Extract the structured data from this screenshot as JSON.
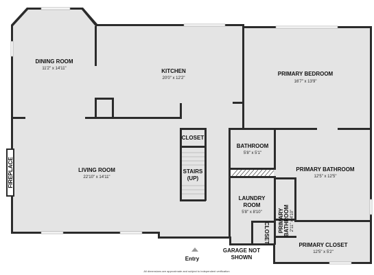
{
  "rooms": {
    "dining": {
      "name": "DINING ROOM",
      "dims": "11'2\" x 14'11\""
    },
    "kitchen": {
      "name": "KITCHEN",
      "dims": "20'0\" x 12'2\""
    },
    "primary_bedroom": {
      "name": "PRIMARY BEDROOM",
      "dims": "16'7\" x 13'9\""
    },
    "living": {
      "name": "LIVING ROOM",
      "dims": "22'10\" x 14'11\""
    },
    "bathroom": {
      "name": "BATHROOM",
      "dims": "5'8\" x 5'1\""
    },
    "primary_bathroom": {
      "name": "PRIMARY BATHROOM",
      "dims": "12'5\" x 12'5\""
    },
    "laundry": {
      "name_line1": "LAUNDRY",
      "name_line2": "ROOM",
      "dims": "5'8\" x 8'10\""
    },
    "primary_bathroom_small": {
      "name_line1": "PRIMARY",
      "name_line2": "BATHROOM",
      "dims": "2'11\" x 4'10\""
    },
    "primary_closet": {
      "name": "PRIMARY CLOSET",
      "dims": "12'5\" x 5'2\""
    }
  },
  "labels": {
    "closet_stair": "CLOSET",
    "stairs_line1": "STAIRS",
    "stairs_line2": "(UP)",
    "closet_small": "CLOSET",
    "fireplace": "FIREPLACE",
    "garage_line1": "GARAGE NOT",
    "garage_line2": "SHOWN",
    "entry": "Entry",
    "footer": "All dimensions are approximate and subject to independent verification"
  },
  "colors": {
    "wall": "#2b2b2b",
    "floor": "#e4e4e4",
    "window": "#ffffff"
  }
}
